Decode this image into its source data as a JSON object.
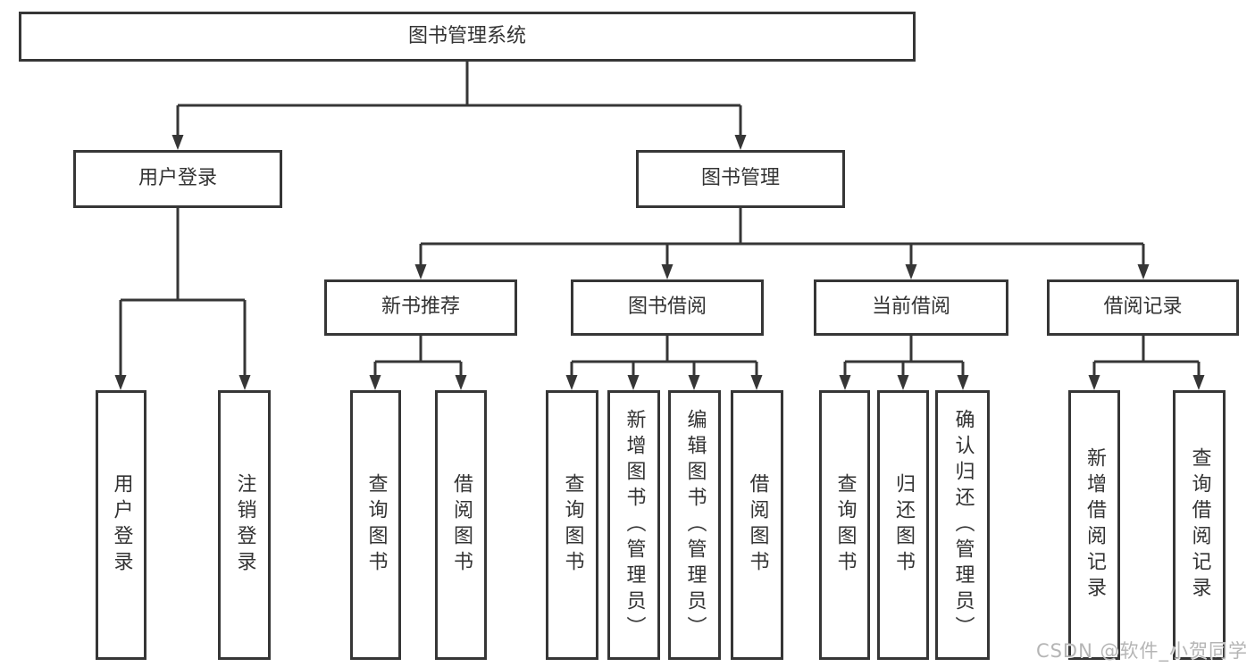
{
  "colors": {
    "line": "#363636",
    "text": "#333333",
    "watermark": "#b5b5b5",
    "bg": "#ffffff",
    "node-bg": "#ffffff"
  },
  "watermark": {
    "text": "CSDN @软件_小贺同学"
  },
  "tree": {
    "label": "图书管理系统",
    "children": [
      {
        "label": "用户登录",
        "children": [
          {
            "label": "用户登录"
          },
          {
            "label": "注销登录"
          }
        ]
      },
      {
        "label": "图书管理",
        "children": [
          {
            "label": "新书推荐",
            "children": [
              {
                "label": "查询图书"
              },
              {
                "label": "借阅图书"
              }
            ]
          },
          {
            "label": "图书借阅",
            "children": [
              {
                "label": "查询图书"
              },
              {
                "label": "新增图书（管理员）"
              },
              {
                "label": "编辑图书（管理员）"
              },
              {
                "label": "借阅图书"
              }
            ]
          },
          {
            "label": "当前借阅",
            "children": [
              {
                "label": "查询图书"
              },
              {
                "label": "归还图书"
              },
              {
                "label": "确认归还（管理员）"
              }
            ]
          },
          {
            "label": "借阅记录",
            "children": [
              {
                "label": "新增借阅记录"
              },
              {
                "label": "查询借阅记录"
              }
            ]
          }
        ]
      }
    ]
  }
}
